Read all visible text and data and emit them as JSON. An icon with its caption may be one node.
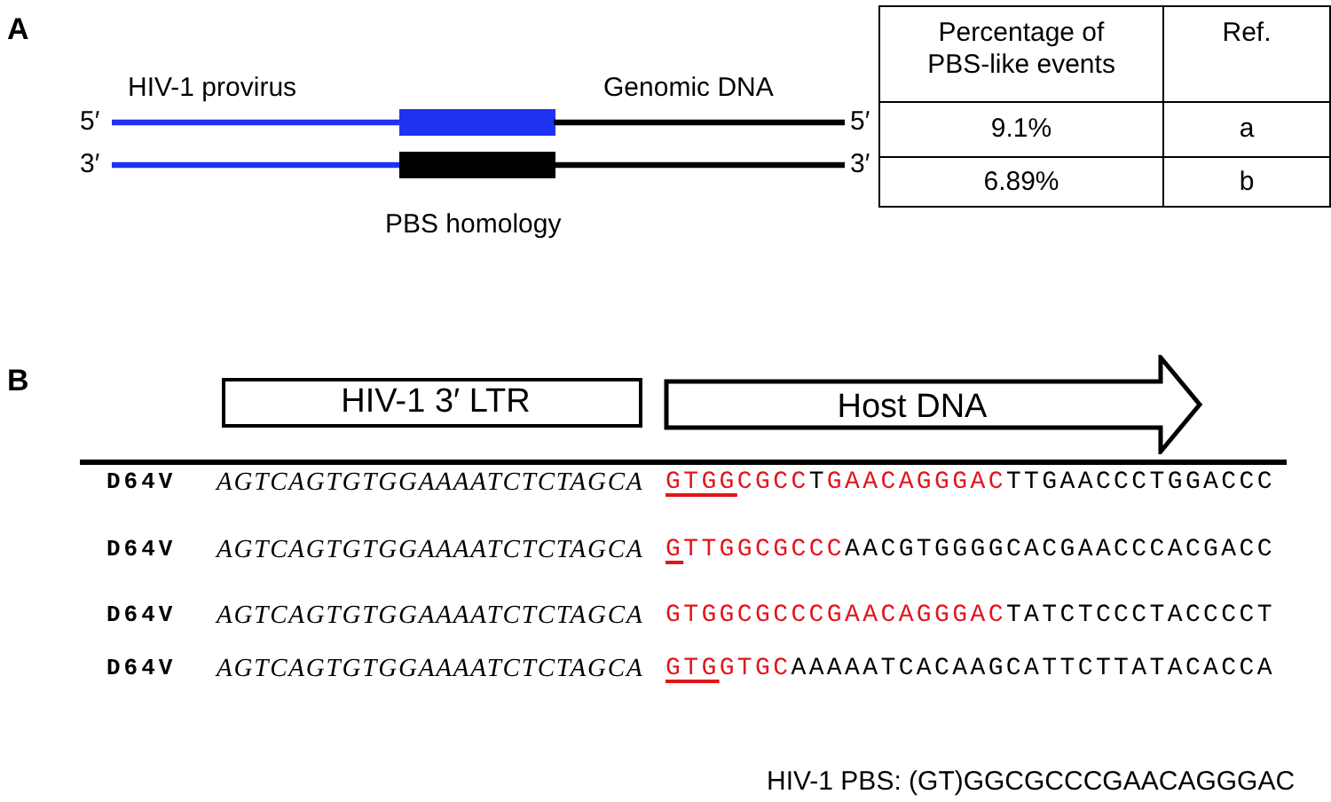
{
  "diagram": {
    "nodes": [
      {
        "text": [
          "HIV-1 3′ LTR"
        ]
      },
      {
        "text": [
          "Host DNA"
        ]
      }
    ],
    "labels": [
      "A",
      "HIV-1 provirus",
      "Genomic DNA",
      "5′",
      "5′",
      "3′",
      "3′",
      "PBS homology",
      "Percentage of PBS-like events",
      "Ref.",
      "9.1%",
      "a",
      "6.89%",
      "b",
      "B",
      "D64V",
      "AGTCAGTGTGGAAAATCTCTAGCA",
      "GTGGCGCCTGAACAGGGACTTGAACCCTGGACCC",
      "D64V",
      "AGTCAGTGTGGAAAATCTCTAGCA",
      "GTTGGCGCCCAACGTGGGGCACGAACCCACGACC",
      "D64V",
      "AGTCAGTGTGGAAAATCTCTAGCA",
      "GTGGCGCCCGAACAGGGACTATCTCCCTACCCCT",
      "D64V",
      "AGTCAGTGTGGAAAATCTCTAGCA",
      "GTGGTGCAAAAATCACAAGCATTCTTATACACCA",
      "HIV-1 PBS: (GT)GGCGCCCGAACAGGGAC"
    ]
  }
}
